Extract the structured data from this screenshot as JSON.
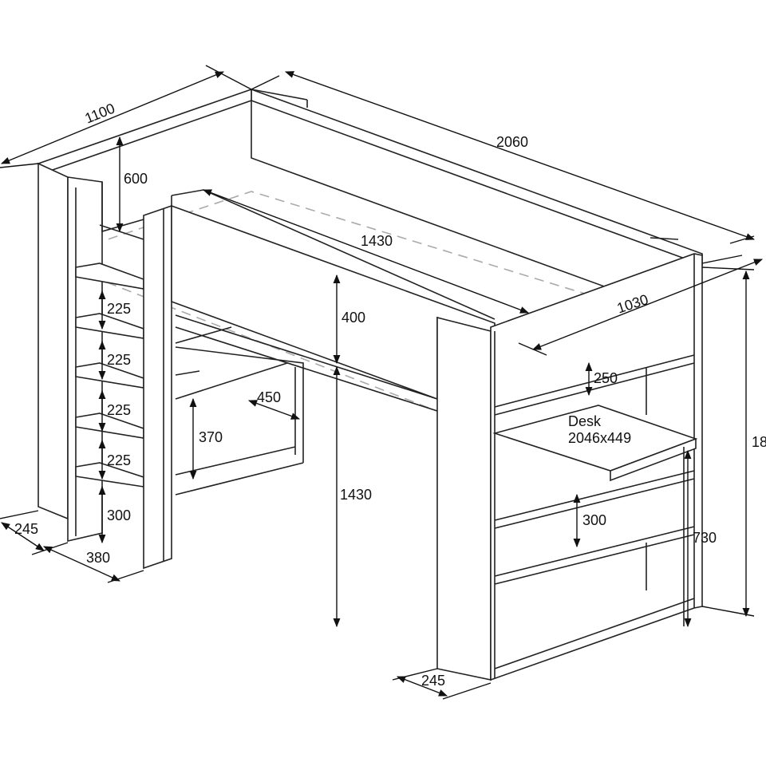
{
  "title": "Loft bed with desk – dimensions (mm)",
  "dimensions": {
    "overall_depth": "1100",
    "overall_length": "2060",
    "guard_height": "600",
    "front_rail_length": "1430",
    "right_width": "1030",
    "rail_height": "400",
    "clearance_height": "1430",
    "right_shelf_250": "250",
    "right_shelf_300": "300",
    "desk_height": "730",
    "total_height": "18",
    "middle_shelf_depth": "450",
    "middle_shelf_height": "370",
    "step_1": "225",
    "step_2": "225",
    "step_3": "225",
    "step_4": "225",
    "step_bottom": "300",
    "left_post_depth": "245",
    "ladder_width": "380",
    "right_post_depth": "245"
  },
  "desk": {
    "label": "Desk",
    "size": "2046x449"
  }
}
